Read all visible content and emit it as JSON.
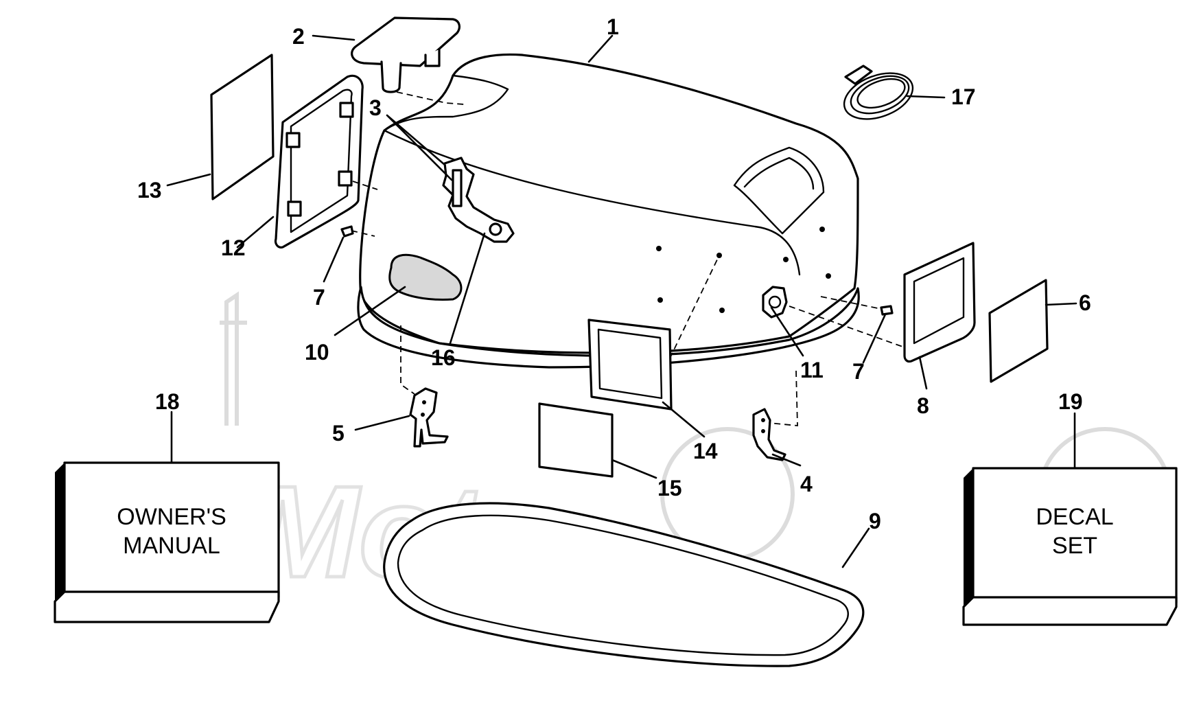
{
  "callouts": {
    "c1": "1",
    "c2": "2",
    "c3": "3",
    "c4": "4",
    "c5": "5",
    "c6": "6",
    "c7a": "7",
    "c7b": "7",
    "c8": "8",
    "c9": "9",
    "c10": "10",
    "c11": "11",
    "c12": "12",
    "c13": "13",
    "c14": "14",
    "c15": "15",
    "c16": "16",
    "c17": "17",
    "c18": "18",
    "c19": "19"
  },
  "owners_manual": {
    "line1": "OWNER'S",
    "line2": "MANUAL"
  },
  "decal_set": {
    "line1": "DECAL",
    "line2": "SET"
  },
  "watermark": "ArtMoto"
}
